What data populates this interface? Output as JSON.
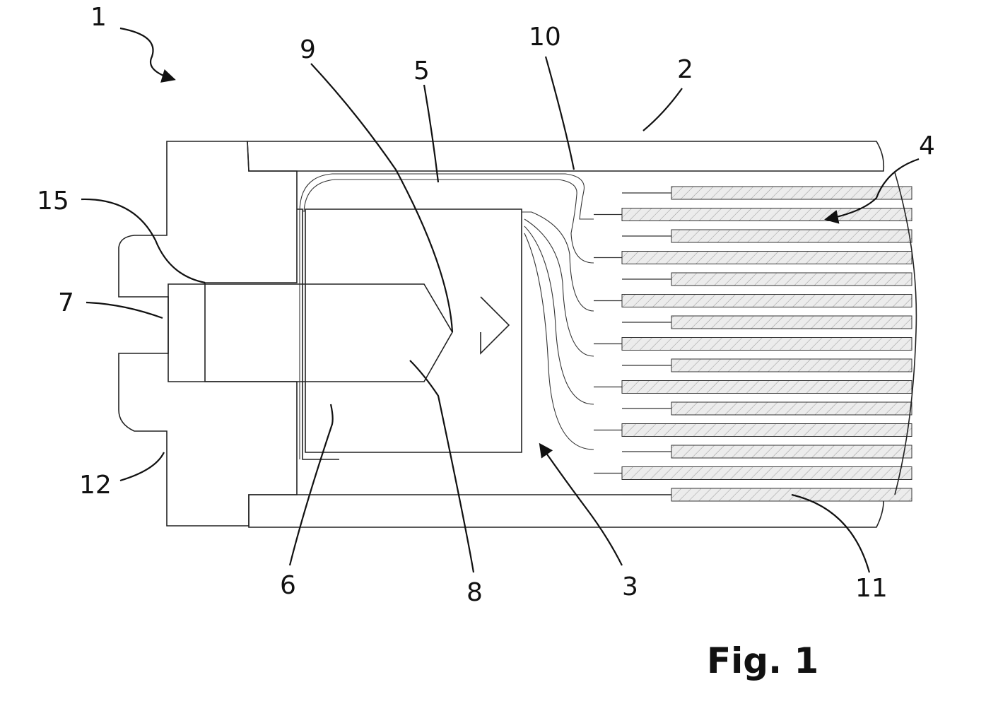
{
  "figure": {
    "caption": "Fig. 1",
    "reference_numerals": [
      {
        "id": "ref-1",
        "text": "1"
      },
      {
        "id": "ref-2",
        "text": "2"
      },
      {
        "id": "ref-3",
        "text": "3"
      },
      {
        "id": "ref-4",
        "text": "4"
      },
      {
        "id": "ref-5",
        "text": "5"
      },
      {
        "id": "ref-6",
        "text": "6"
      },
      {
        "id": "ref-7",
        "text": "7"
      },
      {
        "id": "ref-8",
        "text": "8"
      },
      {
        "id": "ref-9",
        "text": "9"
      },
      {
        "id": "ref-10",
        "text": "10"
      },
      {
        "id": "ref-11",
        "text": "11"
      },
      {
        "id": "ref-12",
        "text": "12"
      },
      {
        "id": "ref-15",
        "text": "15"
      }
    ]
  },
  "colors": {
    "line": "#222222",
    "housing_fill": "#f2f2f2",
    "core_fill": "#e6e6e6",
    "electrode_fill": "#e9e9e9"
  }
}
